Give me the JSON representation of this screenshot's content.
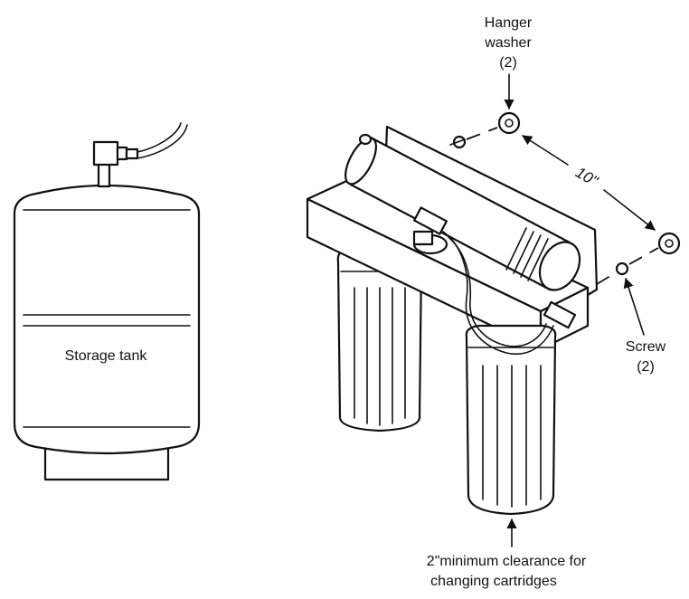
{
  "labels": {
    "hanger_washer_line1": "Hanger",
    "hanger_washer_line2": "washer",
    "hanger_washer_qty": "(2)",
    "distance": "10\"",
    "screw": "Screw",
    "screw_qty": "(2)",
    "storage_tank": "Storage tank",
    "clearance_line1": "2\"minimum clearance for",
    "clearance_line2": "changing cartridges"
  }
}
